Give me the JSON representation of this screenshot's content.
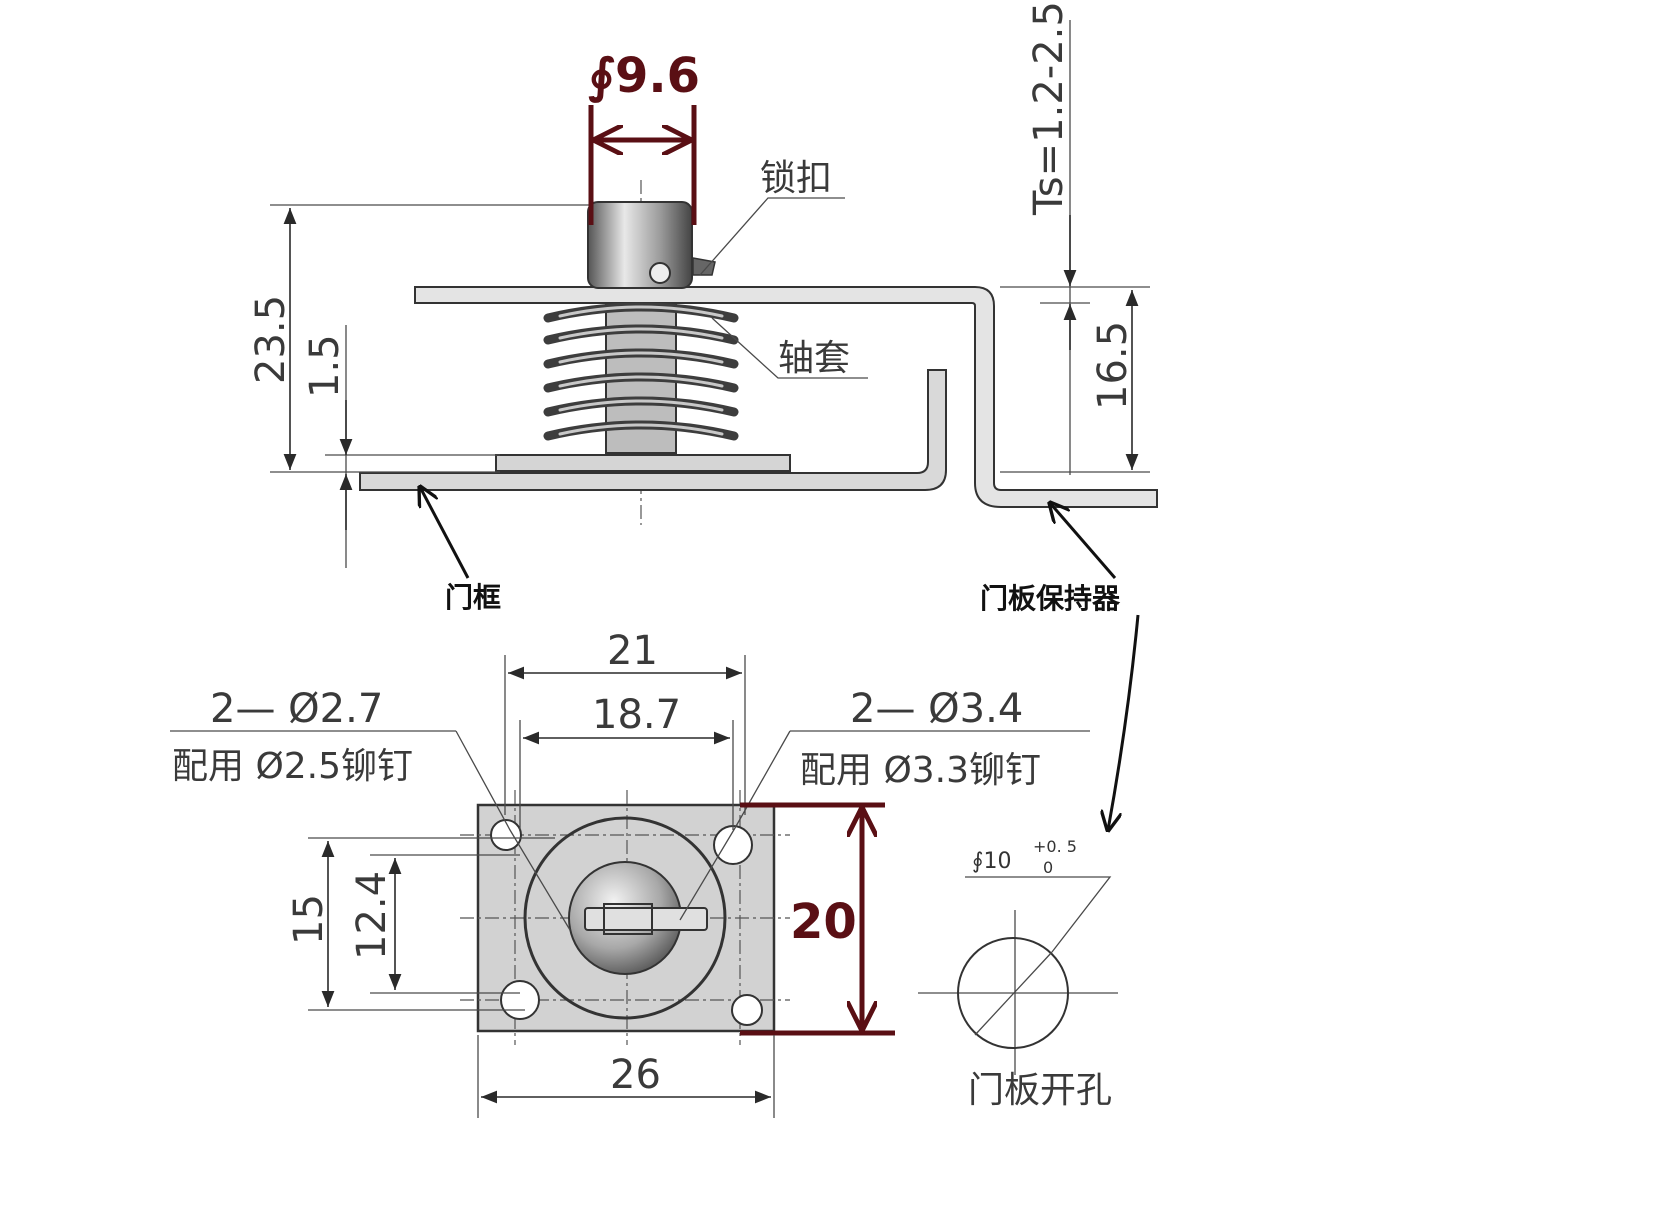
{
  "side_view": {
    "dim_diameter": "∮9.6",
    "dim_height_total": "23.5",
    "dim_base_thickness": "1.5",
    "dim_ts": "Ts=1.2-2.5",
    "dim_retainer_height": "16.5",
    "label_latch": "锁扣",
    "label_sleeve": "轴套",
    "label_door_frame": "门框",
    "label_retainer": "门板保持器"
  },
  "plan_view": {
    "dim_width_outer": "21",
    "dim_width_inner": "18.7",
    "dim_hole_left": "2— Ø2.7",
    "dim_rivet_left": "配用 Ø2.5铆钉",
    "dim_hole_right": "2— Ø3.4",
    "dim_rivet_right": "配用 Ø3.3铆钉",
    "dim_height_outer": "15",
    "dim_height_inner": "12.4",
    "dim_height_plate": "20",
    "dim_width_bottom": "26"
  },
  "cutout_view": {
    "dim_hole": "∮10",
    "tol_upper": "+0. 5",
    "tol_lower": "0",
    "label_cutout": "门板开孔"
  }
}
